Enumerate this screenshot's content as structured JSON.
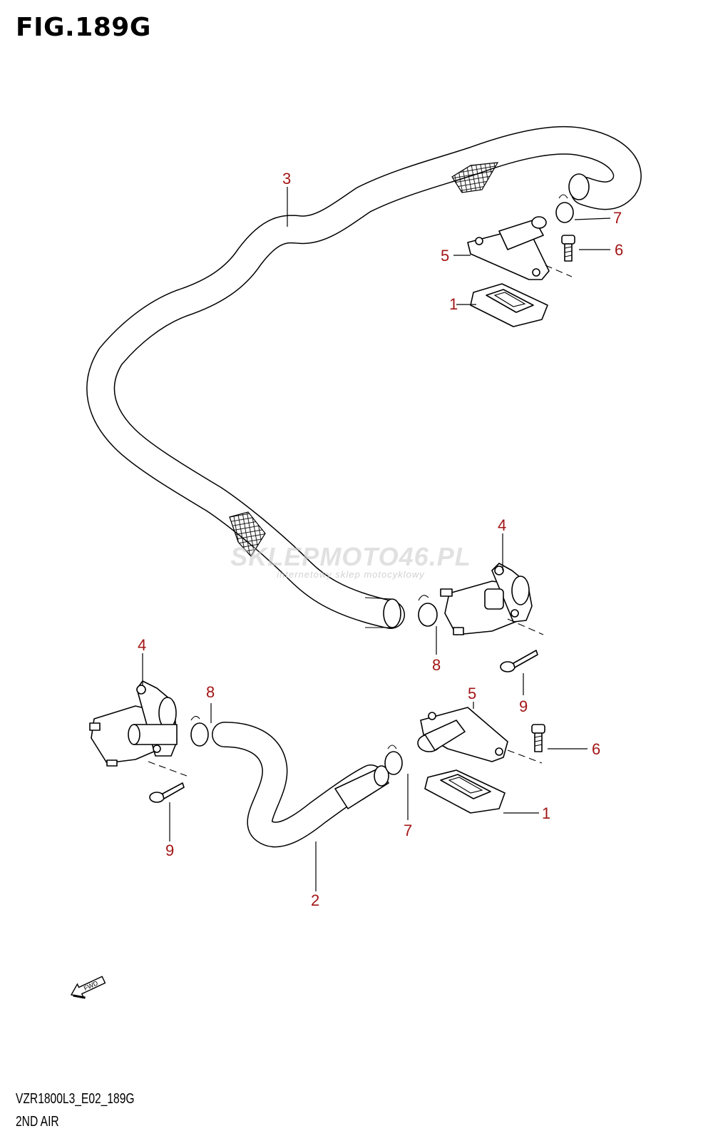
{
  "figure": {
    "title": "FIG.189G"
  },
  "footer": {
    "code": "VZR1800L3_E02_189G",
    "name": "2ND AIR"
  },
  "watermark": {
    "main": "SKLEPMOTO46.PL",
    "sub": "internetowy sklep motocyklowy"
  },
  "fwd_label": "FWD",
  "callouts": [
    {
      "id": "c3",
      "label": "3"
    },
    {
      "id": "c7a",
      "label": "7"
    },
    {
      "id": "c5a",
      "label": "5"
    },
    {
      "id": "c6a",
      "label": "6"
    },
    {
      "id": "c1a",
      "label": "1"
    },
    {
      "id": "c4a",
      "label": "4"
    },
    {
      "id": "c8a",
      "label": "8"
    },
    {
      "id": "c9a",
      "label": "9"
    },
    {
      "id": "c4b",
      "label": "4"
    },
    {
      "id": "c8b",
      "label": "8"
    },
    {
      "id": "c5b",
      "label": "5"
    },
    {
      "id": "c6b",
      "label": "6"
    },
    {
      "id": "c1b",
      "label": "1"
    },
    {
      "id": "c9b",
      "label": "9"
    },
    {
      "id": "c7b",
      "label": "7"
    },
    {
      "id": "c2",
      "label": "2"
    }
  ],
  "colors": {
    "callout": "#a31515",
    "line": "#000000",
    "background": "#ffffff"
  }
}
